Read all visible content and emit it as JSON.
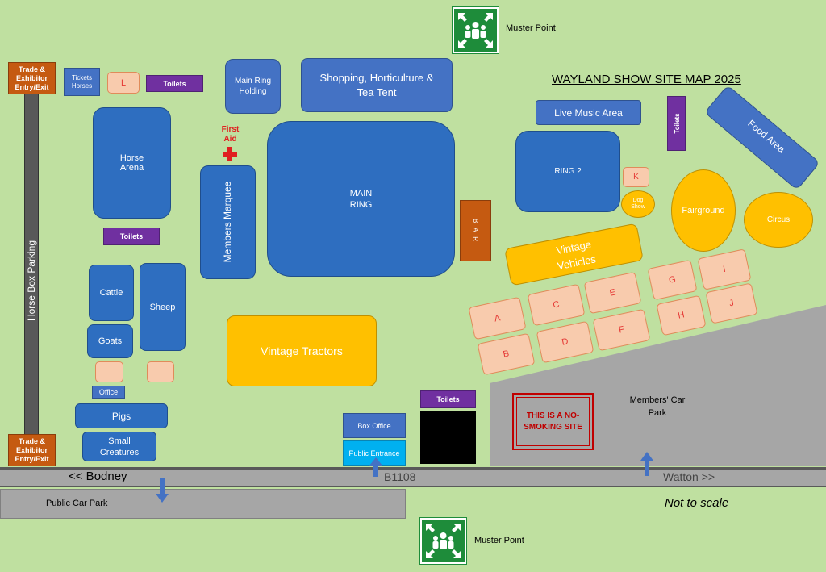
{
  "title": "WAYLAND SHOW SITE MAP 2025",
  "muster_top": "Muster Point",
  "muster_bottom": "Muster Point",
  "trade_top": "Trade & Exhibitor Entry/Exit",
  "trade_bottom": "Trade & Exhibitor Entry/Exit",
  "horse_box_parking": "Horse Box Parking",
  "tickets_horses": "Tickets Horses",
  "l_box": "L",
  "toilets": "Toilets",
  "horse_arena": "Horse Arena",
  "main_ring_holding": "Main Ring Holding",
  "shopping": "Shopping, Horticulture & Tea Tent",
  "first_aid": "First Aid",
  "members_marquee": "Members Marquee",
  "main_ring": "MAIN RING",
  "bar": "B A R",
  "live_music": "Live Music Area",
  "ring2": "RING 2",
  "k_box": "K",
  "dog_show": "Dog Show",
  "fairground": "Fairground",
  "circus": "Circus",
  "food_area": "Food Area",
  "vintage_vehicles": "Vintage Vehicles",
  "vintage_tractors": "Vintage Tractors",
  "cattle": "Cattle",
  "goats": "Goats",
  "sheep": "Sheep",
  "office": "Office",
  "pigs": "Pigs",
  "small_creatures": "Small Creatures",
  "box_office": "Box Office",
  "public_entrance": "Public Entrance",
  "no_smoking": "THIS IS A NO-SMOKING SITE",
  "members_car_park": "Members' Car Park",
  "road_left": "<< Bodney",
  "road_center": "B1108",
  "road_right": "Watton >>",
  "public_car_park": "Public Car Park",
  "not_to_scale": "Not to scale",
  "stalls": [
    "A",
    "B",
    "C",
    "D",
    "E",
    "F",
    "G",
    "H",
    "I",
    "J"
  ],
  "colors": {
    "grass": "#bfe0a0",
    "blue": "#4472c4",
    "orange": "#c55a11",
    "purple": "#7030a0",
    "yellow": "#ffc000",
    "peach": "#f8cbad",
    "road": "#a6a6a6",
    "muster_green": "#1e8c3a"
  }
}
